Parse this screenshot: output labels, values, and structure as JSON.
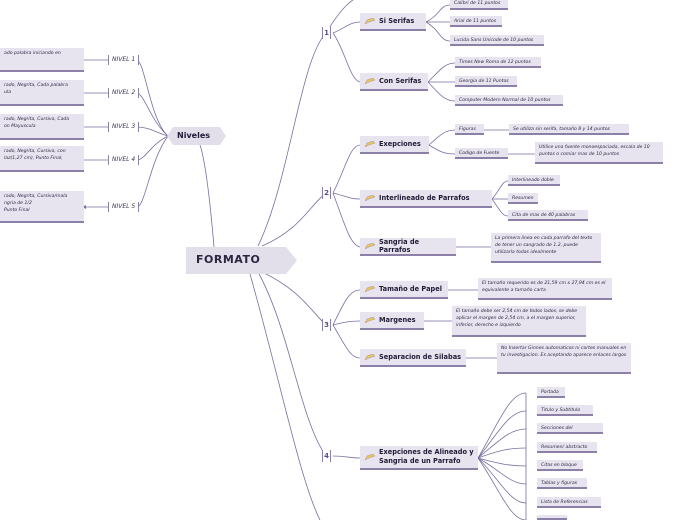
{
  "root": "FORMATO",
  "niveles_title": "Niveles",
  "niveles": [
    {
      "label": "NIVEL 1",
      "desc": "ado palabra iniciando en"
    },
    {
      "label": "NIVEL 2",
      "desc": "rado, Negrita, Cada palabra\nula"
    },
    {
      "label": "NIVEL 3",
      "desc": "rado, Negrita, Cursiva, Cada\non Mayuscula"
    },
    {
      "label": "NIVEL 4",
      "desc": "rado, Negrita, Cursiva, con\nlaz(1,27 cm), Punto Final,"
    },
    {
      "label": "NIVEL 5",
      "desc": "rado, Negrita, Cursiva/mala\nngria de 1/2\nPunto Final"
    }
  ],
  "sections": [
    {
      "num": "1"
    },
    {
      "num": "2"
    },
    {
      "num": "3"
    },
    {
      "num": "4"
    }
  ],
  "topics": {
    "sin_serifas": "Si Serifas",
    "con_serifas": "Con Serifas",
    "excepciones": "Exepciones",
    "interlineado": "Interlineado de Parrafos",
    "sangria": "Sangria de Parrafos",
    "tamano": "Tamaño de Papel",
    "margenes": "Margenes",
    "separacion": "Separacion de Silabas",
    "alineado": "Exepciones de Alineado y Sangria de un Parrafo"
  },
  "leaves": {
    "calibri": "Calibri de 11 puntos",
    "arial": "Arial de 11 puntos",
    "lucida": "Lucida Sans Unicode de 10 puntos",
    "times": "Times New Roma de 12 puntos",
    "georgia": "Georgia de 11 Puntos",
    "computer": "Computer Modern Normal de 10 puntos",
    "figuras": "Figuras",
    "figuras_desc": "Se utiliza sin serifa, tamaño 8 y 14 puntos",
    "codigo": "Codigo de Fuente",
    "codigo_desc": "Utilice una fuente monoespaciada, escala de 10 puntos o comiar mas de 10 puntos",
    "interlineado_doble": "Interlineado doble",
    "resumen": "Resumen",
    "citas40": "Cita de mas de 40 palabras",
    "sangria_desc": "La primera linea en cada parrafo del texto de tener un sangrado de 1.2, puede utilizarla todas idealmente",
    "tamano_desc": "El tamaño requerido es de 21,59 cm x 27,94 cm es el equivalente a tamaño carta",
    "margenes_desc": "El tamaño debe ser 2,54 cm de todos lados, se debe aplicar el margen de 2,54 cm, a el margen superior, inferior, derecho e izquierdo",
    "separacion_desc": "No Insertar Ginnes automaticos ni cortes manuales en tu investigacion. Es aceptando aparece enlaces largos",
    "portada": "Portada",
    "titulo": "Titulo y Subtitulo",
    "secciones": "Secciones del documento",
    "resumen_abs": "Resumen/ abstracto",
    "citas_bloque": "Citas en bloque",
    "tablas": "Tablas y figuras",
    "referencias": "Lista de Referencias"
  },
  "colors": {
    "box": "#e8e4ef",
    "accent": "#8c80a8",
    "line": "#7a6fa0",
    "root": "#e3dfea"
  }
}
